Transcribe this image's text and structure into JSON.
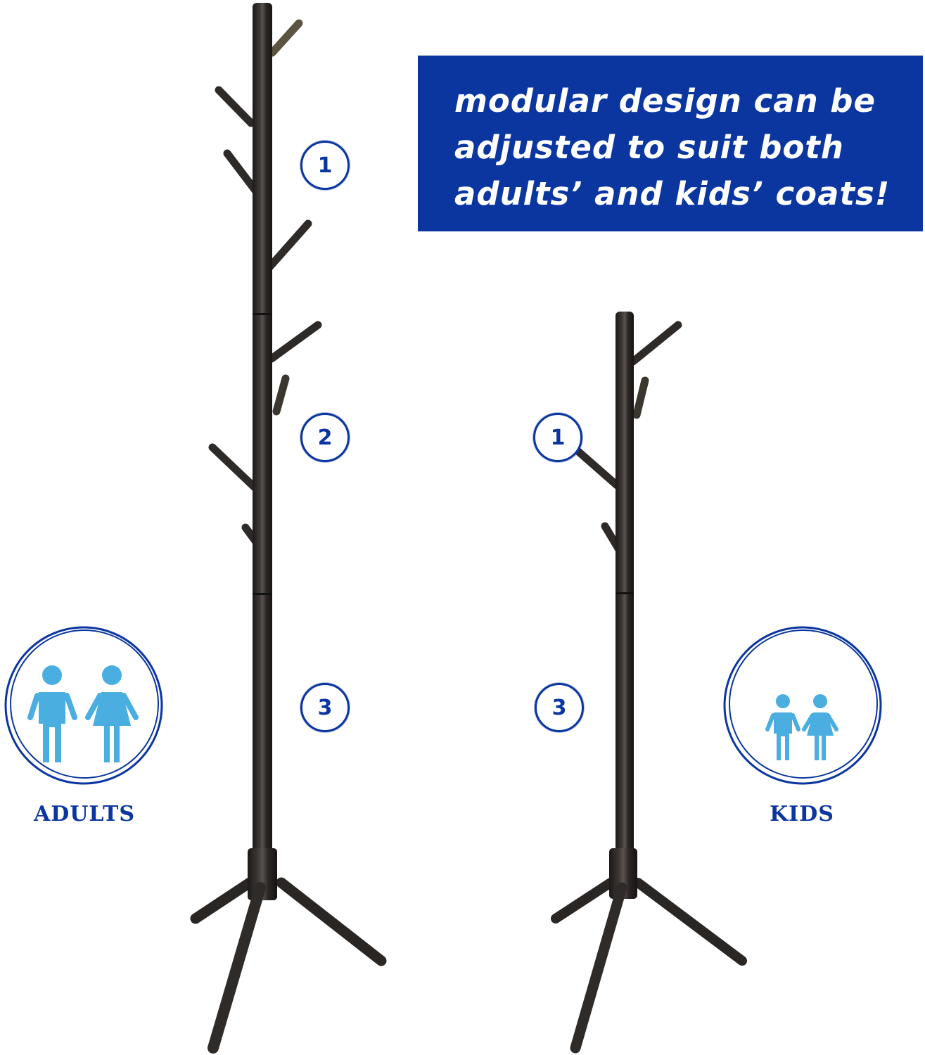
{
  "banner": {
    "lines": [
      "modular design can be",
      "adjusted to suit both",
      "adults’ and kids’ coats!"
    ],
    "background": "#0b36a0",
    "text_color": "#ffffff"
  },
  "adult_rack": {
    "section_badges": [
      "1",
      "2",
      "3"
    ]
  },
  "kids_rack": {
    "section_badges": [
      "1",
      "3"
    ]
  },
  "categories": {
    "adults": {
      "label": "ADULTS",
      "icon": "adult-figures-icon"
    },
    "kids": {
      "label": "KIDS",
      "icon": "kid-figures-icon"
    }
  },
  "colors": {
    "accent_blue": "#0b36a0",
    "figure_blue": "#4aaee0",
    "rack_dark": "#2a2624"
  }
}
